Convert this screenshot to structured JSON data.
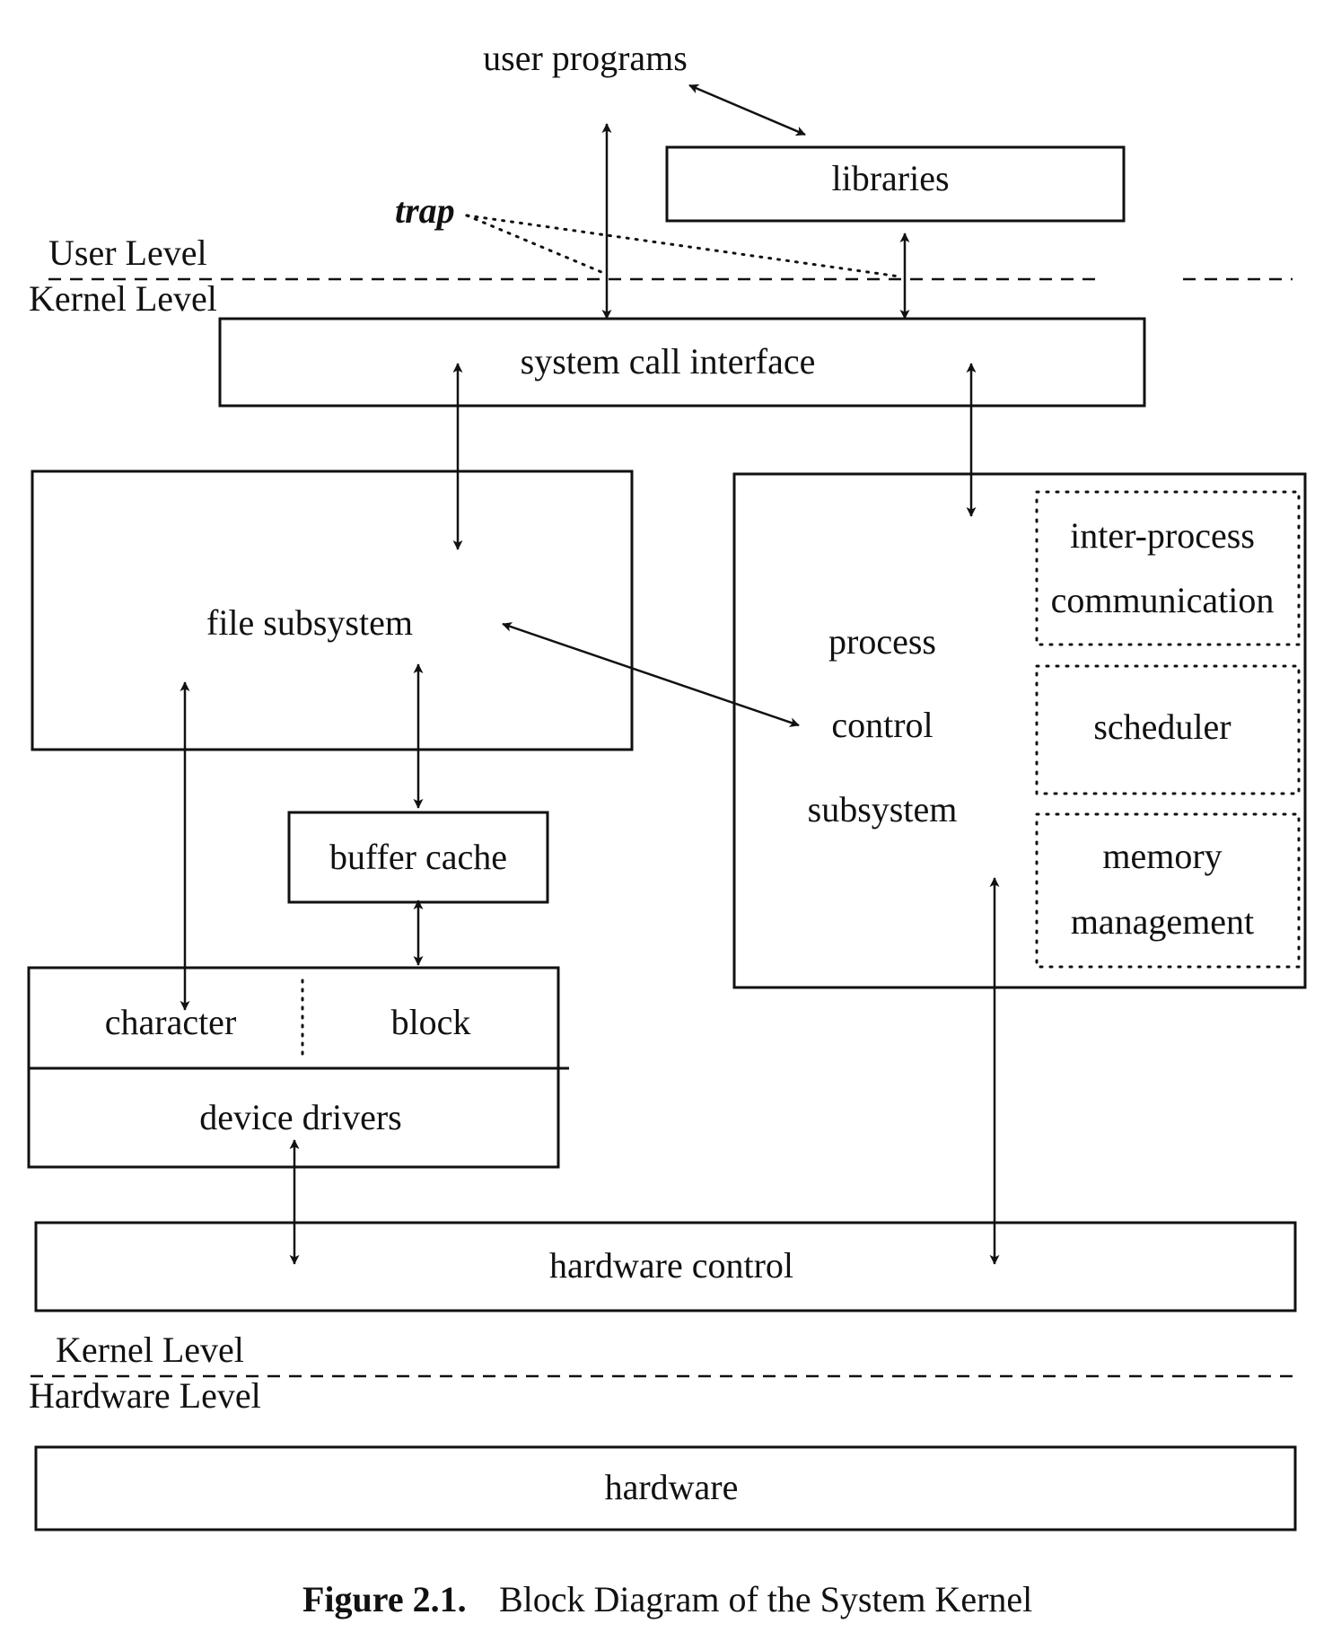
{
  "labels": {
    "user_programs": "user programs",
    "libraries": "libraries",
    "trap": "trap",
    "user_level": "User Level",
    "kernel_level_top": "Kernel Level",
    "system_call_interface": "system call interface",
    "file_subsystem": "file subsystem",
    "process_control_subsystem": [
      "process",
      "control",
      "subsystem"
    ],
    "inter_process_communication": [
      "inter-process",
      "communication"
    ],
    "scheduler": "scheduler",
    "memory_management": [
      "memory",
      "management"
    ],
    "buffer_cache": "buffer cache",
    "character": "character",
    "block": "block",
    "device_drivers": "device drivers",
    "hardware_control": "hardware control",
    "kernel_level_bottom": "Kernel Level",
    "hardware_level": "Hardware Level",
    "hardware": "hardware"
  },
  "caption": {
    "figure": "Figure 2.1.",
    "title": "Block Diagram of the System Kernel"
  }
}
